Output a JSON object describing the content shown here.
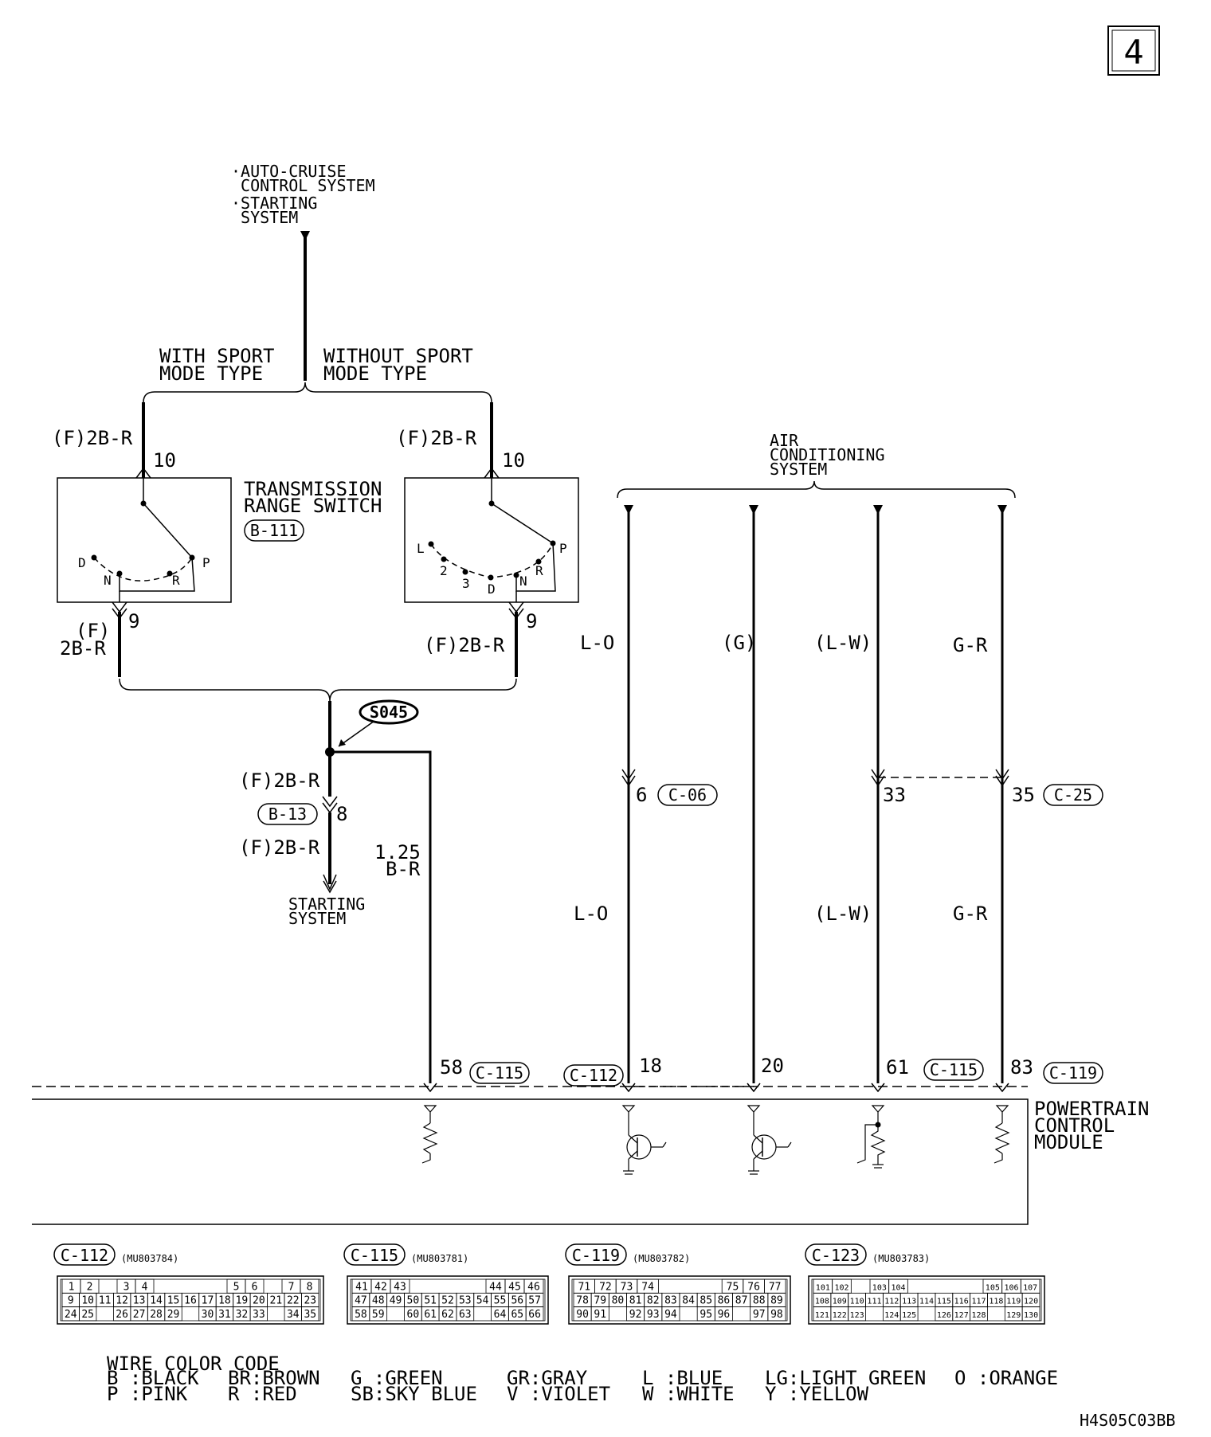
{
  "page_number": "4",
  "figure_code": "H4S05C03BB",
  "top": {
    "dest_lines": [
      "·AUTO-CRUISE",
      " CONTROL SYSTEM",
      "·STARTING",
      " SYSTEM"
    ],
    "with_sport": [
      "WITH SPORT",
      "MODE TYPE"
    ],
    "without_sport": [
      "WITHOUT SPORT",
      "MODE TYPE"
    ]
  },
  "switch": {
    "name": [
      "TRANSMISSION",
      "RANGE SWITCH"
    ],
    "connector": "B-111",
    "left": {
      "wire_top": "(F)2B-R",
      "pin_top": "10",
      "pin_bottom": "9",
      "wire_bottom": [
        "(F)",
        "2B-R"
      ],
      "positions": [
        "D",
        "N",
        "R",
        "P"
      ]
    },
    "right": {
      "wire_top": "(F)2B-R",
      "pin_top": "10",
      "pin_bottom": "9",
      "wire_bottom": "(F)2B-R",
      "positions": [
        "L",
        "2",
        "3",
        "D",
        "N",
        "R",
        "P"
      ]
    }
  },
  "splice": {
    "id": "S045",
    "wire_above": "(F)2B-R",
    "connector": "B-13",
    "pin": "8",
    "wire_below": "(F)2B-R",
    "dest": [
      "STARTING",
      "SYSTEM"
    ],
    "branch_wire": [
      "1.25",
      "B-R"
    ]
  },
  "ac": {
    "title": [
      "AIR",
      "CONDITIONING",
      "SYSTEM"
    ],
    "wire1_top": "L-O",
    "wire1_pin": "6",
    "wire1_conn": "C-06",
    "wire1_bottom": "L-O",
    "wire2": "(G)",
    "wire3_top": "(L-W)",
    "wire3_pin": "33",
    "wire3_bottom": "(L-W)",
    "wire4_top": "G-R",
    "wire4_pin": "35",
    "wire4_conn": "C-25",
    "wire4_bottom": "G-R"
  },
  "pcm": {
    "name": [
      "POWERTRAIN",
      "CONTROL",
      "MODULE"
    ],
    "pin58": "58",
    "conn58": "C-115",
    "conn_c112": "C-112",
    "pin18": "18",
    "pin20": "20",
    "pin61": "61",
    "conn61": "C-115",
    "pin83": "83",
    "conn83": "C-119"
  },
  "connectors": [
    {
      "id": "C-112",
      "part": "(MU803784)",
      "rows": [
        [
          "1",
          "2",
          "",
          "3",
          "4",
          "",
          "",
          "",
          "",
          "5",
          "6",
          "",
          "7",
          "8"
        ],
        [
          "9",
          "10",
          "11",
          "12",
          "13",
          "14",
          "15",
          "16",
          "17",
          "18",
          "19",
          "20",
          "21",
          "22",
          "23"
        ],
        [
          "24",
          "25",
          "",
          "26",
          "27",
          "28",
          "29",
          "",
          "30",
          "31",
          "32",
          "33",
          "",
          "34",
          "35"
        ]
      ]
    },
    {
      "id": "C-115",
      "part": "(MU803781)",
      "rows": [
        [
          "41",
          "42",
          "43",
          "",
          "",
          "",
          "",
          "44",
          "45",
          "46"
        ],
        [
          "47",
          "48",
          "49",
          "50",
          "51",
          "52",
          "53",
          "54",
          "55",
          "56",
          "57"
        ],
        [
          "58",
          "59",
          "",
          "60",
          "61",
          "62",
          "63",
          "",
          "64",
          "65",
          "66"
        ]
      ]
    },
    {
      "id": "C-119",
      "part": "(MU803782)",
      "rows": [
        [
          "71",
          "72",
          "73",
          "74",
          "",
          "",
          "",
          "75",
          "76",
          "77"
        ],
        [
          "78",
          "79",
          "80",
          "81",
          "82",
          "83",
          "84",
          "85",
          "86",
          "87",
          "88",
          "89"
        ],
        [
          "90",
          "91",
          "",
          "92",
          "93",
          "94",
          "",
          "95",
          "96",
          "",
          "97",
          "98"
        ]
      ]
    },
    {
      "id": "C-123",
      "part": "(MU803783)",
      "rows": [
        [
          "101",
          "102",
          "",
          "103",
          "104",
          "",
          "",
          "",
          "",
          "105",
          "106",
          "107"
        ],
        [
          "108",
          "109",
          "110",
          "111",
          "112",
          "113",
          "114",
          "115",
          "116",
          "117",
          "118",
          "119",
          "120"
        ],
        [
          "121",
          "122",
          "123",
          "",
          "124",
          "125",
          "",
          "126",
          "127",
          "128",
          "",
          "129",
          "130"
        ]
      ]
    }
  ],
  "legend": {
    "title": "WIRE COLOR CODE",
    "row1": [
      "B :BLACK",
      "BR:BROWN",
      "G :GREEN",
      "GR:GRAY",
      "L :BLUE",
      "LG:LIGHT GREEN",
      "O :ORANGE"
    ],
    "row2": [
      "P :PINK",
      "R :RED",
      "SB:SKY BLUE",
      "V :VIOLET",
      "W :WHITE",
      "Y :YELLOW"
    ]
  }
}
